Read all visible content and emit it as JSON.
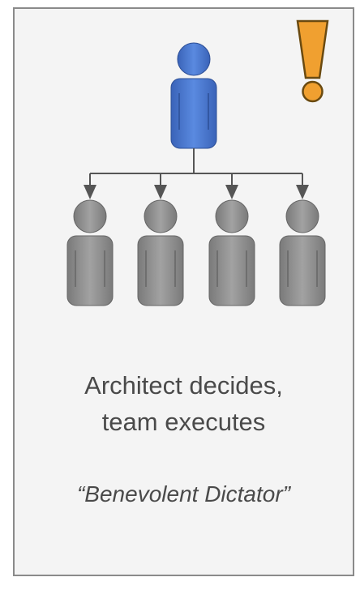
{
  "caption": {
    "line1": "Architect decides,",
    "line2": "team executes"
  },
  "subtitle": "“Benevolent Dictator”",
  "icons": {
    "leader": "person-icon",
    "members": [
      "person-icon",
      "person-icon",
      "person-icon",
      "person-icon"
    ],
    "alert": "warning-exclamation-icon"
  },
  "colors": {
    "leader": "#4472c4",
    "member": "#8c8c8c",
    "alert": "#f0a030",
    "border": "#8a8a8a",
    "background": "#f4f4f4",
    "text": "#4a4a4a"
  }
}
